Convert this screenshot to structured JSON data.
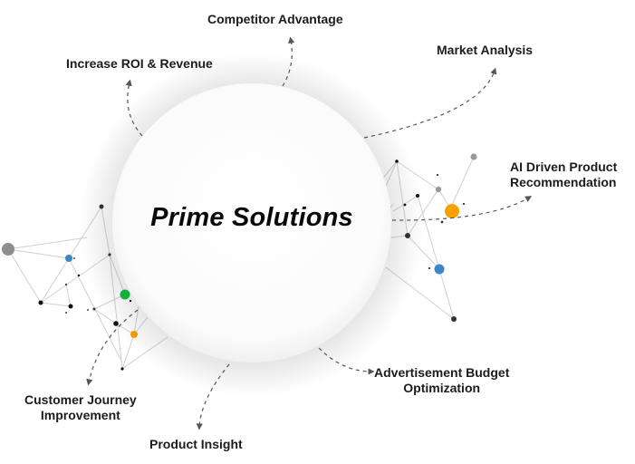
{
  "diagram": {
    "center": {
      "title": "Prime Solutions"
    },
    "nodes": [
      {
        "id": "competitor",
        "label": "Competitor Advantage"
      },
      {
        "id": "roi",
        "label": "Increase ROI & Revenue"
      },
      {
        "id": "market",
        "label": "Market Analysis"
      },
      {
        "id": "ai",
        "label_lines": [
          "AI Driven Product",
          "Recommendation"
        ]
      },
      {
        "id": "ads",
        "label_lines": [
          "Advertisement Budget",
          "Optimization"
        ]
      },
      {
        "id": "insight",
        "label": "Product Insight"
      },
      {
        "id": "journey",
        "label_lines": [
          "Customer Journey",
          "Improvement"
        ]
      }
    ],
    "colors": {
      "accent_orange": "#f5a200",
      "accent_blue": "#3a87c8",
      "accent_green": "#10c040",
      "node_gray": "#8e8e8e",
      "arrow": "#555555",
      "network_line": "#cfcfcf"
    }
  }
}
